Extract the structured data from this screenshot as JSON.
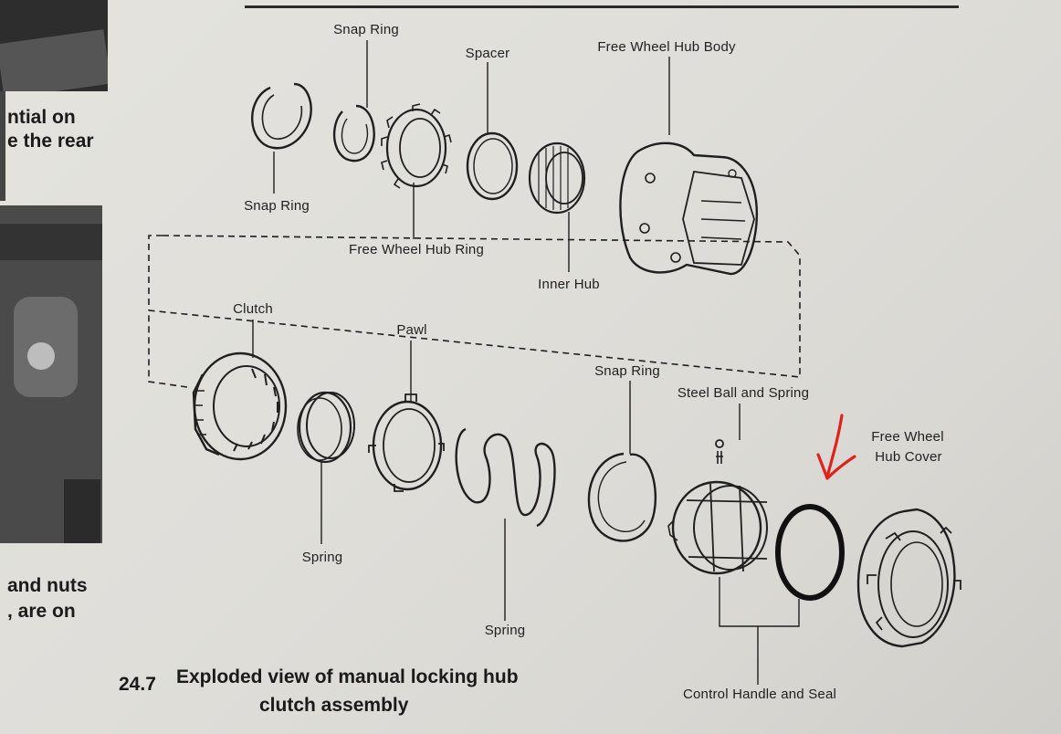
{
  "figure": {
    "number": "24.7",
    "caption_line1": "Exploded view of manual locking hub",
    "caption_line2": "clutch assembly"
  },
  "side_text": {
    "line1": "ntial on",
    "line2": "e the rear",
    "line3": "and nuts",
    "line4": ", are on"
  },
  "labels": {
    "snap_ring_top": "Snap Ring",
    "snap_ring_left": "Snap Ring",
    "spacer": "Spacer",
    "free_wheel_hub_body": "Free Wheel Hub Body",
    "free_wheel_hub_ring": "Free Wheel Hub Ring",
    "inner_hub": "Inner Hub",
    "clutch": "Clutch",
    "pawl": "Pawl",
    "snap_ring_lower": "Snap Ring",
    "steel_ball_spring": "Steel Ball and Spring",
    "free_wheel_hub_cover_l1": "Free Wheel",
    "free_wheel_hub_cover_l2": "Hub Cover",
    "spring_left": "Spring",
    "spring_center": "Spring",
    "control_handle_seal": "Control Handle and Seal"
  },
  "colors": {
    "ink": "#1f1f1f",
    "annotation": "#e0221d",
    "paper": "#e0dfda"
  },
  "annotation": {
    "icon": "red-arrow-icon",
    "points_to": "seal-ring"
  }
}
